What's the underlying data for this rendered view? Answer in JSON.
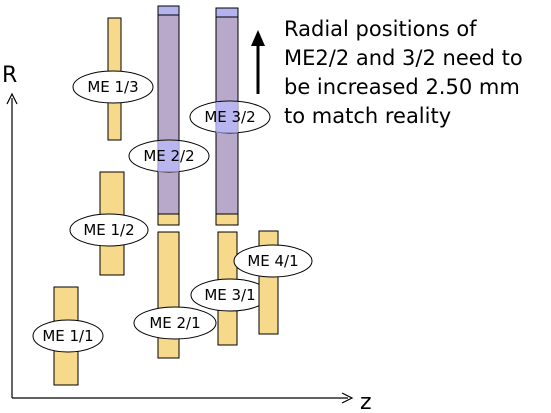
{
  "axes": {
    "vertical_label": "R",
    "horizontal_label": "z"
  },
  "note_lines": [
    "Radial positions of",
    "ME2/2 and 3/2 need to",
    "be increased 2.50 mm",
    "to match reality"
  ],
  "chambers": [
    {
      "id": "me-1-1",
      "label": "ME 1/1",
      "highlighted": false
    },
    {
      "id": "me-1-2",
      "label": "ME 1/2",
      "highlighted": false
    },
    {
      "id": "me-1-3",
      "label": "ME 1/3",
      "highlighted": false
    },
    {
      "id": "me-2-1",
      "label": "ME 2/1",
      "highlighted": false
    },
    {
      "id": "me-2-2",
      "label": "ME 2/2",
      "highlighted": true
    },
    {
      "id": "me-3-1",
      "label": "ME 3/1",
      "highlighted": false
    },
    {
      "id": "me-3-2",
      "label": "ME 3/2",
      "highlighted": true
    },
    {
      "id": "me-4-1",
      "label": "ME 4/1",
      "highlighted": false
    }
  ],
  "colors": {
    "chamber_fill": "#f7d98b",
    "highlight_fill": "#b8a9ca",
    "highlight_cap": "#b3b3f0",
    "outline": "#000000"
  }
}
